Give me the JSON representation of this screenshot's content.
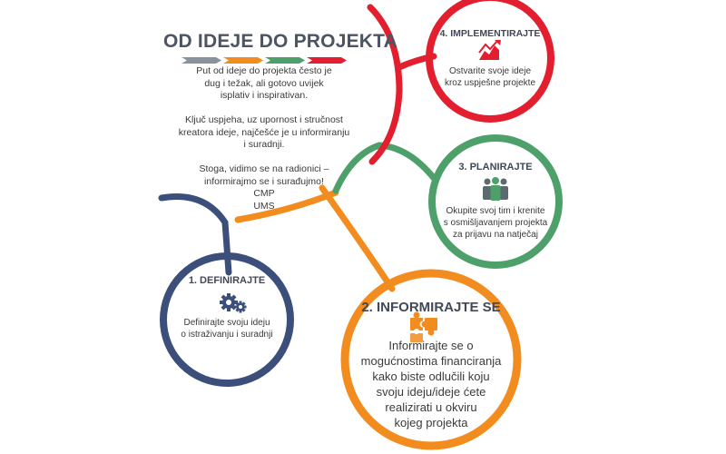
{
  "title": "OD IDEJE DO PROJEKTA",
  "intro_lines": [
    "Put od ideje do projekta često je",
    "dug i  težak, ali gotovo uvijek",
    "isplativ i inspirativan.",
    "",
    "Ključ uspjeha, uz upornost i stručnost",
    "kreatora ideje, najčešće je u informiranju",
    "i suradnji.",
    "",
    "Stoga, vidimo se na radionici –",
    "informirajmo se i surađujmo!",
    "CMP",
    "UMS"
  ],
  "colors": {
    "red": "#e31e2f",
    "green": "#4ea06b",
    "orange": "#f28c1e",
    "navy": "#3b4f7a",
    "gray": "#8a929c",
    "title": "#4b5563"
  },
  "steps": [
    {
      "id": "definirajte",
      "title": "1. DEFINIRAJTE",
      "icon": "gears-icon",
      "color": "#3b4f7a",
      "desc_lines": [
        "Definirajte svoju ideju",
        "o istraživanju i suradnji"
      ]
    },
    {
      "id": "informirajte",
      "title": "2. INFORMIRAJTE SE",
      "icon": "puzzle-icon",
      "color": "#f28c1e",
      "desc_lines": [
        "Informirajte se o",
        "mogućnostima financiranja",
        "kako biste odlučili koju",
        "svoju ideju/ideje ćete",
        "realizirati u okviru",
        "kojeg projekta"
      ]
    },
    {
      "id": "planirajte",
      "title": "3. PLANIRAJTE",
      "icon": "team-icon",
      "color": "#4ea06b",
      "desc_lines": [
        "Okupite svoj tim i krenite",
        "s osmišljavanjem projekta",
        "za prijavu na natječaj"
      ]
    },
    {
      "id": "implementirajte",
      "title": "4. IMPLEMENTIRAJTE",
      "icon": "growth-chart-icon",
      "color": "#e31e2f",
      "desc_lines": [
        "Ostvarite svoje ideje",
        "kroz uspješne projekte"
      ]
    }
  ]
}
